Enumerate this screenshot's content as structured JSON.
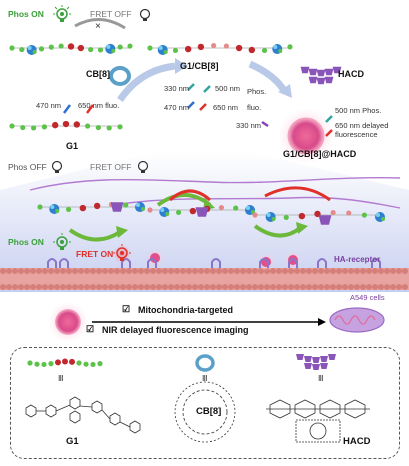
{
  "top": {
    "phos_on": "Phos ON",
    "fret_off": "FRET OFF",
    "cross": "×",
    "cb8": "CB[8]",
    "g1": "G1",
    "g1_470": "470 nm",
    "g1_650": "650 nm fluo.",
    "g1cb8": "G1/CB[8]",
    "g1cb8_330": "330 nm",
    "g1cb8_500": "500 nm",
    "g1cb8_phos": "Phos.",
    "g1cb8_470": "470 nm",
    "g1cb8_650": "650 nm",
    "g1cb8_fluo": "fluo.",
    "hacd": "HACD",
    "comp_330": "330 nm",
    "comp_500": "500 nm Phos.",
    "comp_650a": "650 nm delayed",
    "comp_650b": "fluorescence",
    "complex": "G1/CB[8]@HACD"
  },
  "middle": {
    "phos_off": "Phos OFF",
    "fret_off": "FRET OFF",
    "phos_on": "Phos ON",
    "fret_on": "FRET ON",
    "ha_receptor": "HA-receptor",
    "a549": "A549 cells",
    "check1": "☑",
    "mito": "Mitochondria-targeted",
    "check2": "☑",
    "nir": "NIR delayed fluorescence imaging"
  },
  "legend": {
    "eq1": "Ⅲ",
    "eq2": "Ⅲ",
    "eq3": "Ⅲ",
    "g1": "G1",
    "cb8": "CB[8]",
    "hacd": "HACD"
  },
  "colors": {
    "green_bead": "#5cc24a",
    "red_bead": "#c0282d",
    "pink_bead": "#e58a8a",
    "blue_sphere": "#2f7fd1",
    "ring": "#5aa0c8",
    "purple": "#8a55b8",
    "membrane": "#d98f8a",
    "gradient_top": "#cfd6f2"
  }
}
